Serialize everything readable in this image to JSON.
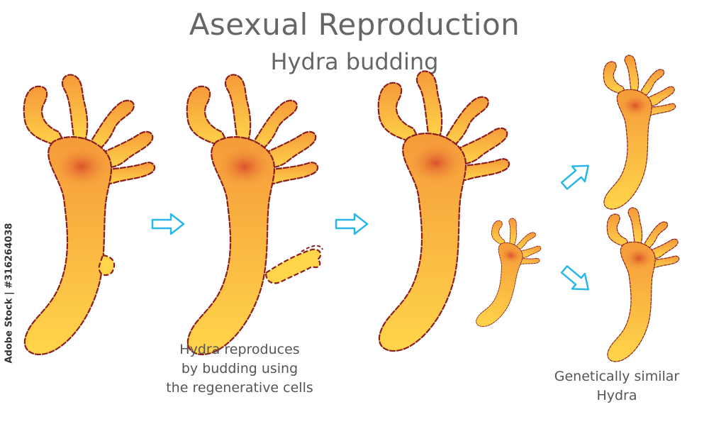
{
  "header": {
    "title": "Asexual Reproduction",
    "subtitle": "Hydra budding"
  },
  "captions": {
    "budding": [
      "Hydra reproduces",
      "by budding using",
      "the regenerative cells"
    ],
    "offspring": [
      "Genetically similar",
      "Hydra"
    ]
  },
  "watermark": {
    "stock_id": "Adobe Stock | #316264038"
  },
  "icons": {
    "arrow": "hollow-arrow-icon",
    "organism": "hydra-icon"
  },
  "colors": {
    "body_top": "#f59a3a",
    "body_bottom": "#ffd54a",
    "center": "#d8482a",
    "outline": "#8b1e1e",
    "arrow": "#29b6e8"
  }
}
